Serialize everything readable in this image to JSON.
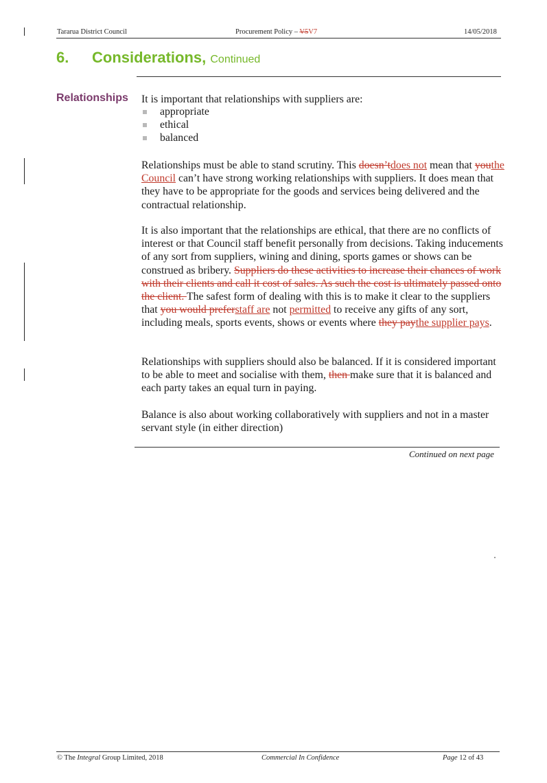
{
  "header": {
    "org": "Tararua District Council",
    "doc_title_prefix": "Procurement Policy – ",
    "doc_version_deleted": "V5",
    "doc_version_inserted": "V7",
    "date": "14/05/2018"
  },
  "section": {
    "number": "6.",
    "title": "Considerations,",
    "continued": "Continued"
  },
  "side_heading": "Relationships",
  "intro": "It is important that relationships with suppliers are:",
  "bullets": [
    "appropriate",
    "ethical",
    "balanced"
  ],
  "para1": {
    "t1": "Relationships must be able to stand scrutiny.  This ",
    "d1": "doesn’t",
    "i1": "does not",
    "t2": " mean that ",
    "d2": "you",
    "i2": "the Council",
    "t3": " can’t have strong working relationships with suppliers.  It does mean that they have to be appropriate for the goods and services being delivered and the contractual relationship."
  },
  "para2": {
    "t1": "It is also important that the relationships are ethical, that there are no conflicts of interest or that Council staff benefit personally from decisions.  Taking inducements of any sort from suppliers, wining and dining, sports games or shows can be construed as bribery.  ",
    "d1": "Suppliers do these activities to increase their chances of work with their clients and call it cost of sales.  As such the cost is ultimately passed onto the client. ",
    "t2": "The safest form of dealing with this is to make it clear to the suppliers that ",
    "d2": "you would prefer",
    "i2": "staff are",
    "t3": " not ",
    "i3": "permitted",
    "t4": " to receive any gifts of any sort, including meals, sports events, shows or events where ",
    "d3": "they pay",
    "i4": "the supplier pays",
    "t5": "."
  },
  "para3": {
    "t1": "Relationships with suppliers should also be balanced.  If it is considered important to be able to meet and socialise with them, ",
    "d1": "then ",
    "t2": "make sure that it is balanced and each party takes an equal turn in paying."
  },
  "para4": "Balance is also about working collaboratively with suppliers and not in a master servant style (in either direction)",
  "continued_next": "Continued on next page",
  "footer": {
    "copyright_pre": "© The ",
    "copyright_em": "Integral",
    "copyright_post": " Group Limited, 2018",
    "confidential": "Commercial In Confidence",
    "page_label": "Page",
    "page_rest": " 12 of 43"
  },
  "colors": {
    "heading_green": "#76b82a",
    "sidehead_purple": "#7a3a6b",
    "revision_red": "#c0392b"
  }
}
